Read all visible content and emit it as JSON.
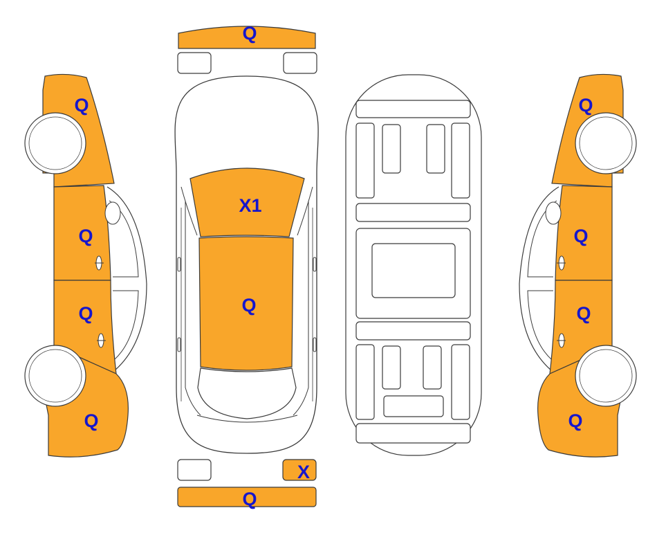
{
  "colors": {
    "damage_fill": "#F9A62A",
    "outline": "#3a3a3a",
    "label": "#1616CC",
    "panel_white": "#ffffff"
  },
  "labels": {
    "front_bumper": "Q",
    "left_front_fender": "Q",
    "left_front_door": "Q",
    "left_rear_door": "Q",
    "left_rear_quarter": "Q",
    "windshield": "X1",
    "roof": "Q",
    "rear_right_lamp": "X",
    "rear_bumper": "Q",
    "right_front_fender": "Q",
    "right_front_door": "Q",
    "right_rear_door": "Q",
    "right_rear_quarter": "Q"
  }
}
